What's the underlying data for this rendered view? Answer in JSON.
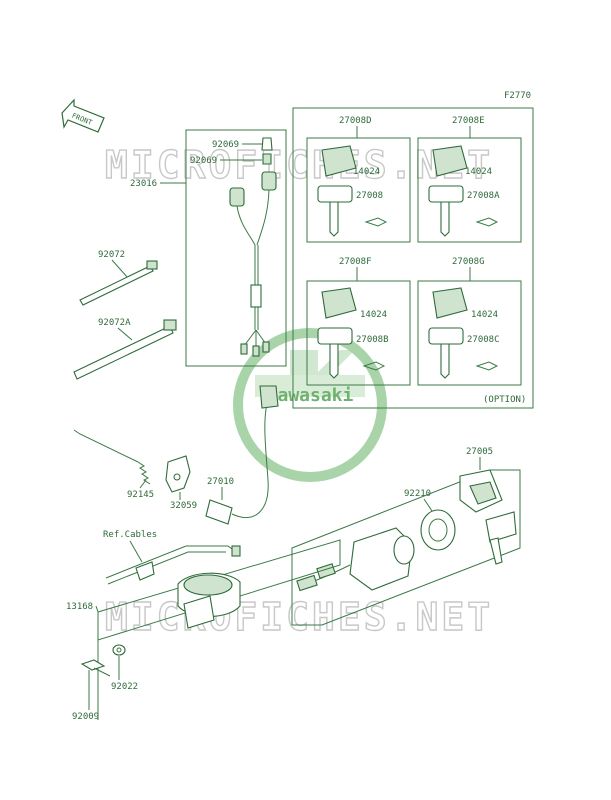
{
  "figure_code": "F2770",
  "front_label": "FRONT",
  "brand": "Kawasaki",
  "watermark": "MICROFICHES.NET",
  "option_label": "(OPTION)",
  "ref_cables": "Ref.Cables",
  "parts": {
    "p23016": "23016",
    "p92069a": "92069",
    "p92069b": "92069",
    "p92072": "92072",
    "p92072A": "92072A",
    "p92145": "92145",
    "p32059": "32059",
    "p27010": "27010",
    "p13168": "13168",
    "p92022": "92022",
    "p92009": "92009",
    "p27005": "27005",
    "p92210": "92210"
  },
  "key_sets": [
    {
      "set": "27008D",
      "lock": "14024",
      "key": "27008"
    },
    {
      "set": "27008E",
      "lock": "14024",
      "key": "27008A"
    },
    {
      "set": "27008F",
      "lock": "14024",
      "key": "27008B"
    },
    {
      "set": "27008G",
      "lock": "14024",
      "key": "27008C"
    }
  ]
}
